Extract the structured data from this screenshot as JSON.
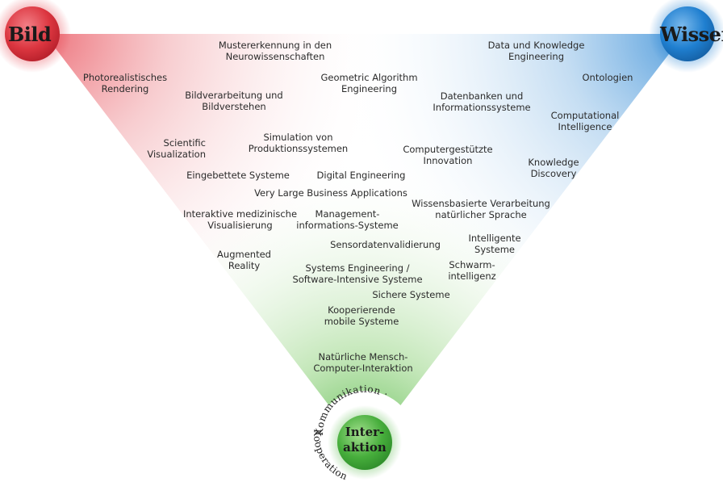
{
  "corners": {
    "bild": "Bild",
    "wissen": "Wissen",
    "interaktion_line1": "Inter-",
    "interaktion_line2": "aktion",
    "ring_top": "· Kommunikation ·",
    "ring_bottom": "Kooperation"
  },
  "colors": {
    "bild": "#e0303c",
    "wissen": "#1e7fd0",
    "interaktion": "#3fae3a"
  },
  "topics": {
    "mustererkennung": "Mustererkennung in den\nNeurowissenschaften",
    "data_knowledge": "Data und Knowledge\nEngineering",
    "photorealistisch": "Photorealistisches\nRendering",
    "geometric": "Geometric Algorithm\nEngineering",
    "ontologien": "Ontologien",
    "bildverarbeitung": "Bildverarbeitung und\nBildverstehen",
    "datenbanken": "Datenbanken und\nInformationssysteme",
    "computational": "Computational\nIntelligence",
    "simulation": "Simulation von\nProduktionssystemen",
    "scientific": "Scientific\nVisualization",
    "computergestuetzt": "Computergestützte\nInnovation",
    "knowledge_discovery": "Knowledge\nDiscovery",
    "eingebettete": "Eingebettete Systeme",
    "digital_engineering": "Digital Engineering",
    "vlba": "Very Large Business Applications",
    "wissensbasiert": "Wissensbasierte Verarbeitung\nnatürlicher Sprache",
    "interaktive_med": "Interaktive medizinische\nVisualisierung",
    "management": "Management-\ninformations-Systeme",
    "intelligente": "Intelligente\nSysteme",
    "sensordaten": "Sensordatenvalidierung",
    "augmented": "Augmented\nReality",
    "systems_eng": "Systems Engineering /\nSoftware-Intensive Systeme",
    "schwarm": "Schwarm-\nintelligenz",
    "sichere": "Sichere Systeme",
    "kooperierende": "Kooperierende\nmobile Systeme",
    "natuerliche": "Natürliche Mensch-\nComputer-Interaktion"
  }
}
